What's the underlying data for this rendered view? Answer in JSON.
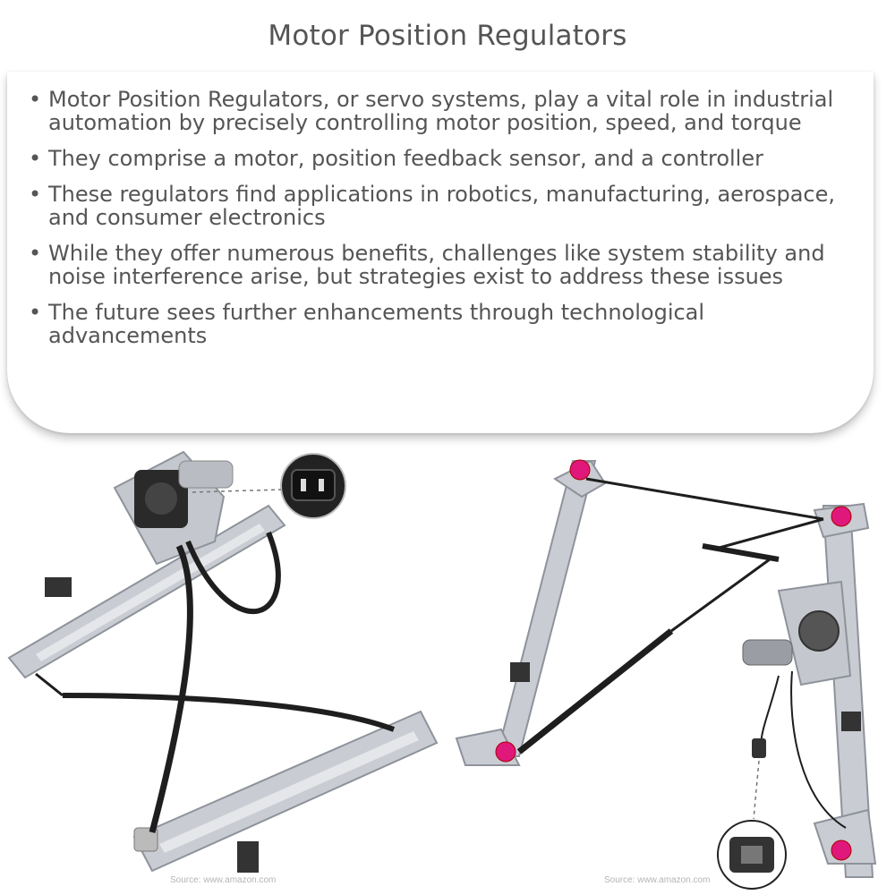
{
  "title": "Motor Position Regulators",
  "bullets": [
    "Motor Position Regulators, or servo systems, play a vital role in industrial automation by precisely controlling motor position, speed, and torque",
    "They comprise a motor, position feedback sensor, and a controller",
    "These regulators find applications in robotics, manufacturing, aerospace, and consumer electronics",
    "While they offer numerous benefits, challenges like system stability and noise interference arise, but strategies exist to address these issues",
    "The future sees further enhancements through technological advancements"
  ],
  "images": {
    "left_source": "Source: www.amazon.com",
    "right_source": "Source: www.amazon.com"
  },
  "colors": {
    "text": "#555555",
    "accent_pulley": "#e0187c",
    "rail": "#c9ccd2",
    "cable": "#1e1e1e"
  }
}
